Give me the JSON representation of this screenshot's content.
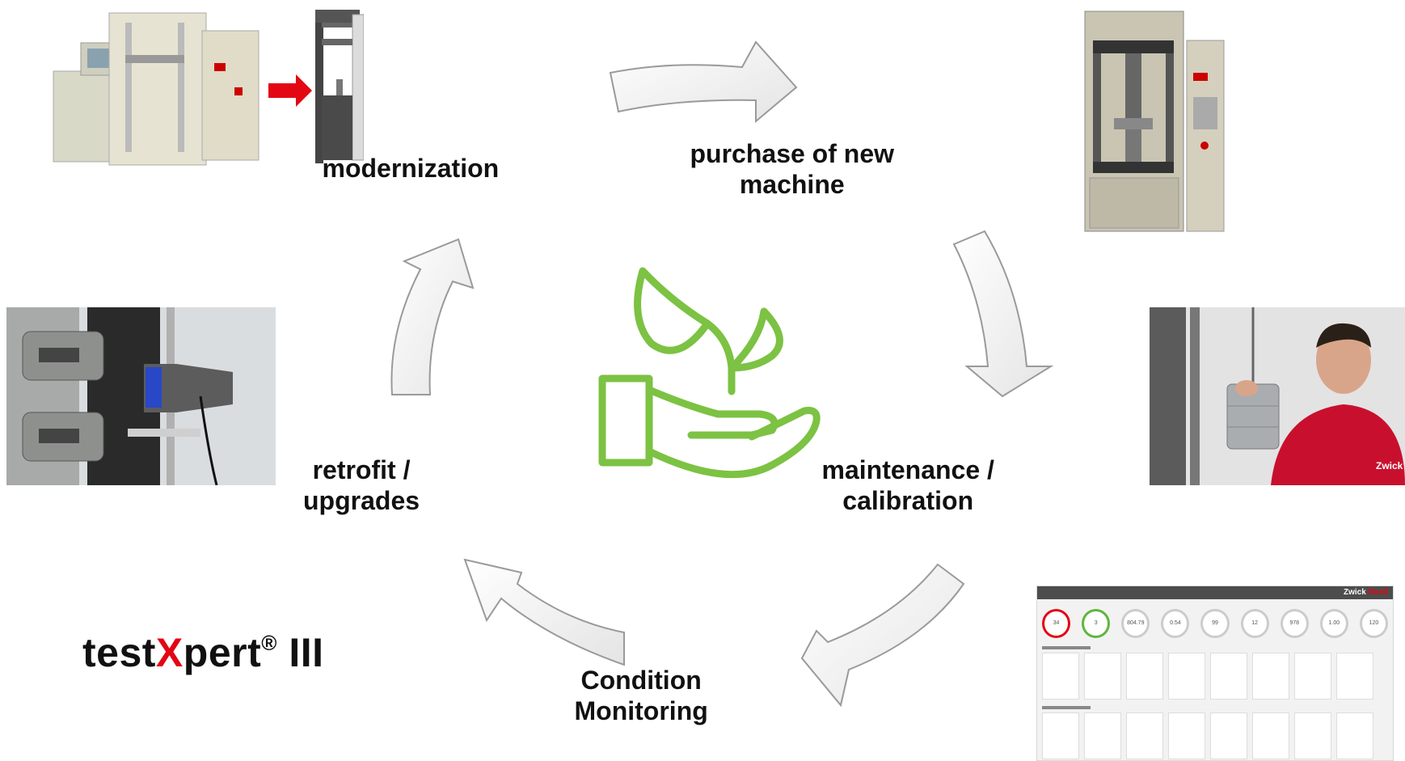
{
  "cycle": {
    "stages": [
      {
        "id": "modernization",
        "lines": [
          "modernization"
        ]
      },
      {
        "id": "purchase",
        "lines": [
          "purchase of new",
          "machine"
        ]
      },
      {
        "id": "maintenance",
        "lines": [
          "maintenance /",
          "calibration"
        ]
      },
      {
        "id": "condition",
        "lines": [
          "Condition",
          "Monitoring"
        ]
      },
      {
        "id": "retrofit",
        "lines": [
          "retrofit /",
          "upgrades"
        ]
      }
    ],
    "center_icon": "sustainability-plant-hand-icon",
    "icon_color": "#7cc243"
  },
  "brand": {
    "prefix": "test",
    "x": "X",
    "suffix": "pert",
    "reg": "®",
    "version": " III"
  },
  "dashboard": {
    "logo_a": "Zwick",
    "logo_b": "Roell",
    "gauges": [
      "34",
      "3",
      "804.79",
      "0.54",
      "99",
      "12",
      "978",
      "1.00",
      "120"
    ]
  },
  "colors": {
    "accent_red": "#e30613",
    "arrow_fill": "#f0f0f0",
    "arrow_stroke": "#9a9a9a"
  }
}
